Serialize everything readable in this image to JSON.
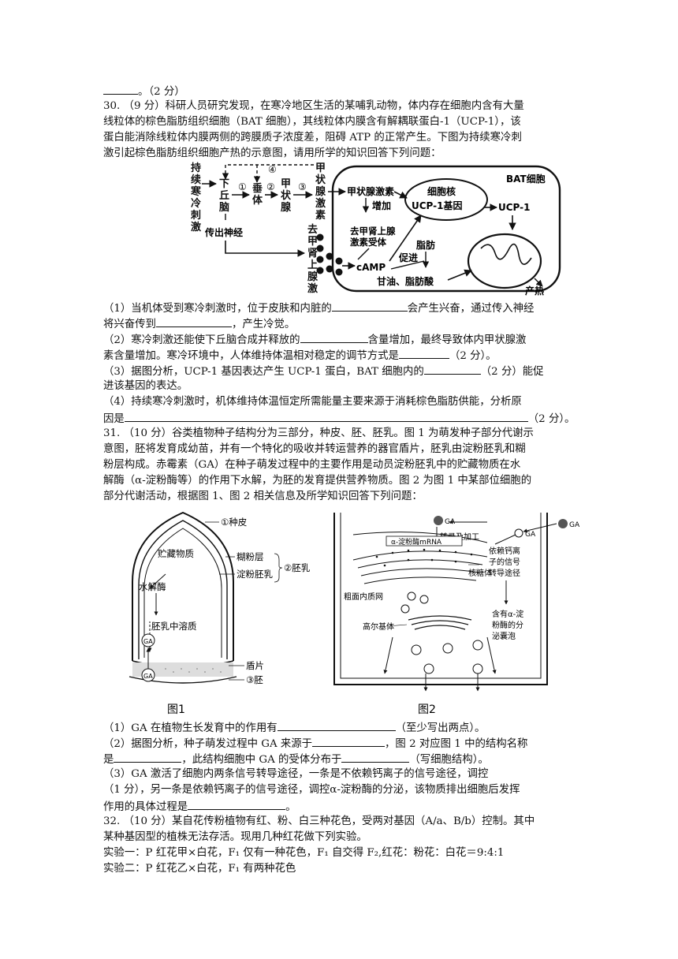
{
  "q29_tail": "。（2 分）",
  "q30": {
    "intro_1": "30. （9 分）科研人员研究发现，在寒冷地区生活的某哺乳动物，体内存在细胞内含有大量",
    "intro_2": "线粒体的棕色脂肪组织细胞（BAT 细胞），其线粒体内膜含有解耦联蛋白-1（UCP-1），该",
    "intro_3": "蛋白能消除线粒体内膜两侧的跨膜质子浓度差，阻碍 ATP 的正常产生。下图为持续寒冷刺",
    "intro_4": "激引起棕色脂肪组织细胞产热的示意图，请用所学的知识回答下列问题：",
    "diagram": {
      "stimulus": "持续寒冷刺激",
      "hypothalamus": "下丘脑",
      "pituitary": "垂体",
      "thyroid": "甲状腺",
      "thyroxine": "甲状腺激素",
      "sympathetic": "传出神经",
      "norepinephrine": "去甲肾上腺激素",
      "circle1": "①",
      "circle2": "②",
      "circle3": "③",
      "circle4": "④",
      "cell_label": "BAT细胞",
      "th_in_cell": "甲状腺激素",
      "increase": "增加",
      "nucleus": "细胞核",
      "gene": "UCP-1基因",
      "ucp1": "UCP-1",
      "receptor": "去甲肾上腺激素受体",
      "camp": "cAMP",
      "promote": "促进",
      "fat": "脂肪",
      "glycerol": "甘油、脂肪酸",
      "heat": "产热"
    },
    "s1a": "（1）当机体受到寒冷刺激时，位于皮肤和内脏的",
    "s1b": "会产生兴奋，通过传入神经",
    "s1c": "将兴奋传到",
    "s1d": "，产生冷觉。",
    "s2a": "（2）寒冷刺激还能使下丘脑合成并释放的",
    "s2b": "含量增加，最终导致体内甲状腺激",
    "s2c": "素含量增加。寒冷环境中，人体维持体温相对稳定的调节方式是",
    "s2d": "（2 分）。",
    "s3a": "（3）据图分析，UCP-1 基因表达产生 UCP-1 蛋白，BAT 细胞内的",
    "s3b": "（2 分）能促",
    "s3c": "进该基因的表达。",
    "s4a": "（4）持续寒冷刺激时，机体维持体温恒定所需能量主要来源于消耗棕色脂肪供能，分析原",
    "s4b": "因是",
    "s4c": "（2 分）。"
  },
  "q31": {
    "intro_1": "31. （10 分）谷类植物种子结构分为三部分，种皮、胚、胚乳。图 1 为萌发种子部分代谢示",
    "intro_2": "意图，胚将发育成幼苗，并有一个特化的吸收并转运营养的器官盾片，胚乳由淀粉胚乳和糊",
    "intro_3": "粉层构成。赤霉素（GA）在种子萌发过程中的主要作用是动员淀粉胚乳中的贮藏物质在水",
    "intro_4": "解酶（α-淀粉酶等）的作用下水解，为胚的发育提供营养物质。图 2 为图 1 中某部位细胞的",
    "intro_5": "部分代谢活动，根据图 1、图 2 相关信息及所学知识回答下列问题：",
    "fig1": {
      "seed_coat": "①种皮",
      "storage": "贮藏物质",
      "aleurone": "糊粉层",
      "starchy": "淀粉胚乳",
      "endosperm": "②胚乳",
      "hydrolase": "水解酶",
      "solute": "胚乳中溶质",
      "ga": "GA",
      "scutellum": "盾片",
      "embryo": "③胚",
      "caption": "图1"
    },
    "fig2": {
      "ga": "GA",
      "transcription": "转录及加工",
      "mrna": "α-淀粉酶mRNA",
      "ribosome": "核糖体",
      "rer": "粗面内质网",
      "golgi": "高尔基体",
      "ca_path_1": "依赖钙离",
      "ca_path_2": "子的信号",
      "ca_path_3": "转导途径",
      "vesicle_1": "含有α-淀",
      "vesicle_2": "粉酶的分",
      "vesicle_3": "泌囊泡",
      "caption": "图2"
    },
    "s1a": "（1）GA 在植物生长发育中的作用有",
    "s1b": "（至少写出两点）。",
    "s2a": "（2）据图分析，种子萌发过程中 GA 来源于",
    "s2b": "，图 2 对应图 1 中的结构名称",
    "s2c": "是",
    "s2d": "，此结构细胞中 GA 的受体分布于",
    "s2e": "（写细胞结构）。",
    "s3a": "（3）GA 激活了细胞内两条信号转导途径，一条是不依赖钙离子的信号途径，调控",
    "s3b": "（1 分），另一条是依赖钙离子的信号途径，调控α-淀粉酶的分泌，该物质排出细胞后发挥",
    "s3c": "作用的具体过程是",
    "s3d": "。"
  },
  "q32": {
    "intro_1": "32. （10 分）某自花传粉植物有红、粉、白三种花色，受两对基因（A/a、B/b）控制。其中",
    "intro_2": "某种基因型的植株无法存活。现用几种红花做下列实验。",
    "exp1": "实验一：P 红花甲×白花，F₁ 仅有一种花色，F₁ 自交得 F₂,红花：粉花：白花＝9:4:1",
    "exp2": "实验二：P 红花乙×白花，F₁ 有两种花色"
  }
}
